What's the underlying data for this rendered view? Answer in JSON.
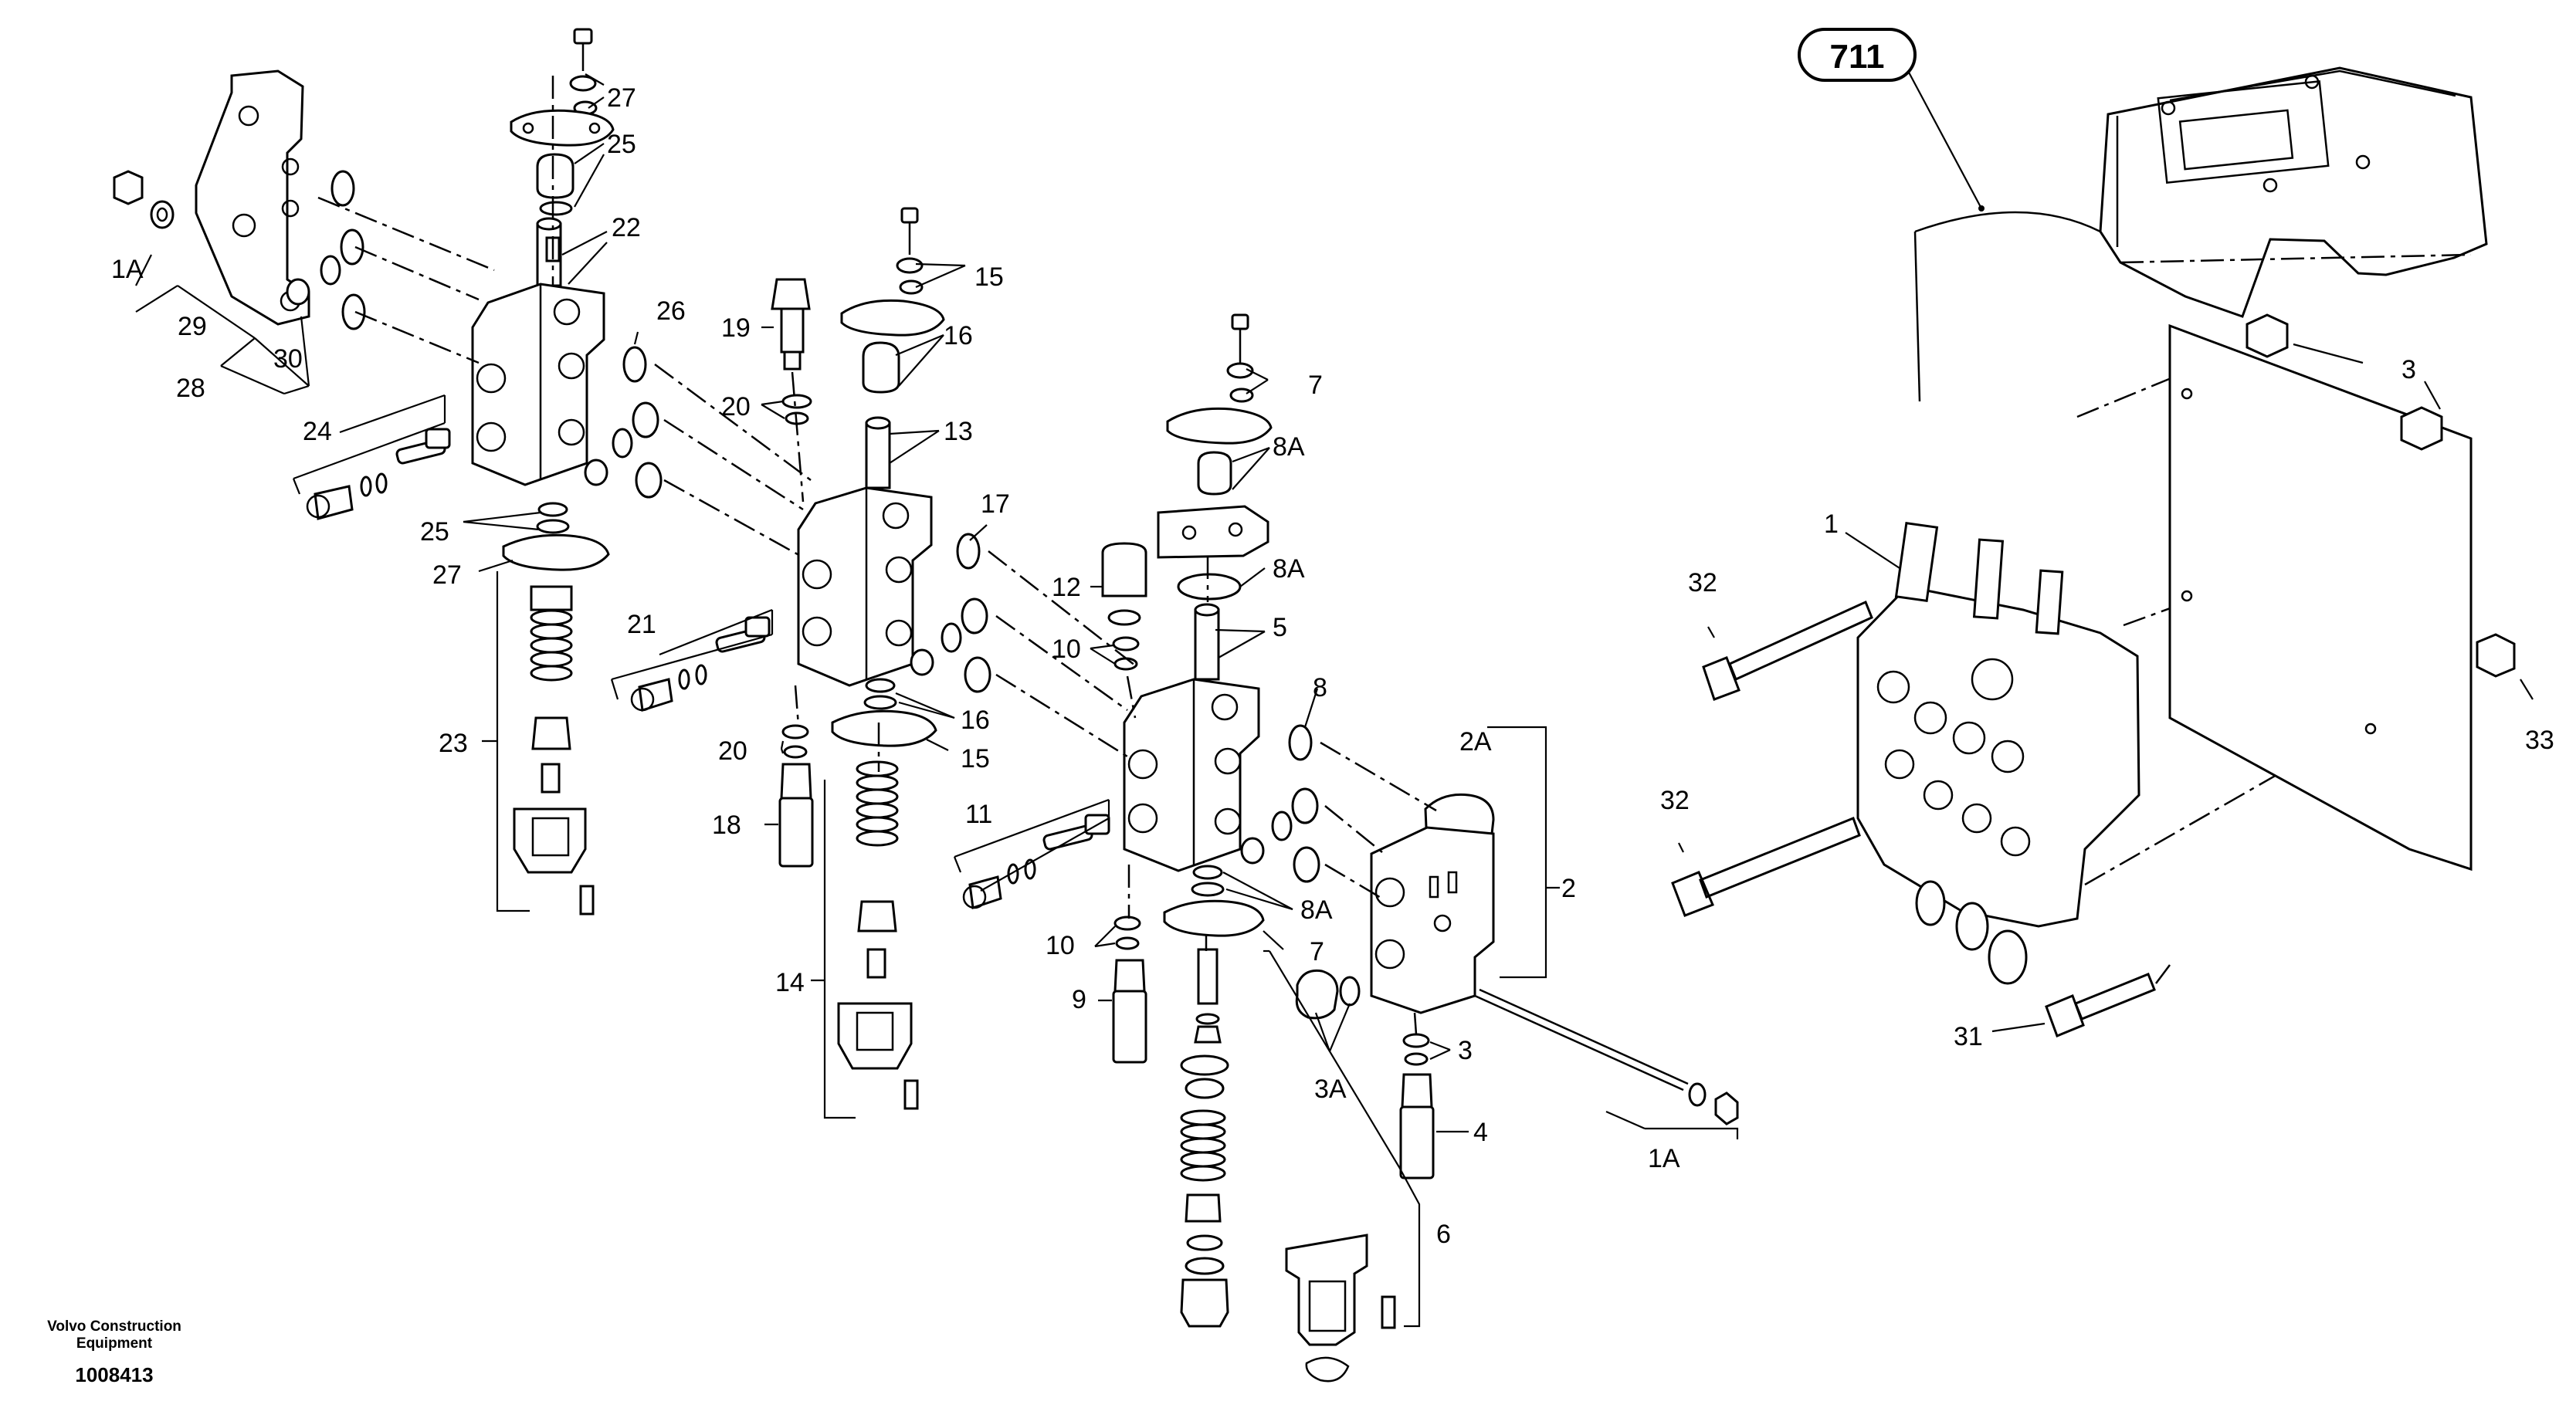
{
  "diagram": {
    "reference_box": "711",
    "labels": {
      "l27a": "27",
      "l25a": "25",
      "l22": "22",
      "l1A_left": "1A",
      "l29": "29",
      "l30": "30",
      "l28": "28",
      "l26": "26",
      "l24": "24",
      "l25b": "25",
      "l27b": "27",
      "l23": "23",
      "l15a": "15",
      "l16a": "16",
      "l19": "19",
      "l20a": "20",
      "l13": "13",
      "l17": "17",
      "l21": "21",
      "l12": "12",
      "l10a": "10",
      "l16b": "16",
      "l20b": "20",
      "l15b": "15",
      "l18": "18",
      "l14": "14",
      "l11": "11",
      "l7a": "7",
      "l8Aa": "8A",
      "l8Ab": "8A",
      "l5": "5",
      "l8": "8",
      "l2A": "2A",
      "l2": "2",
      "l8Ac": "8A",
      "l10b": "10",
      "l7b": "7",
      "l9": "9",
      "l3A": "3A",
      "l3a": "3",
      "l4": "4",
      "l1A_right": "1A",
      "l6": "6",
      "l3b": "3",
      "l1": "1",
      "l32a": "32",
      "l32b": "32",
      "l33": "33",
      "l31": "31"
    }
  },
  "footer": {
    "company_line1": "Volvo Construction",
    "company_line2": "Equipment",
    "drawing_number": "1008413"
  }
}
